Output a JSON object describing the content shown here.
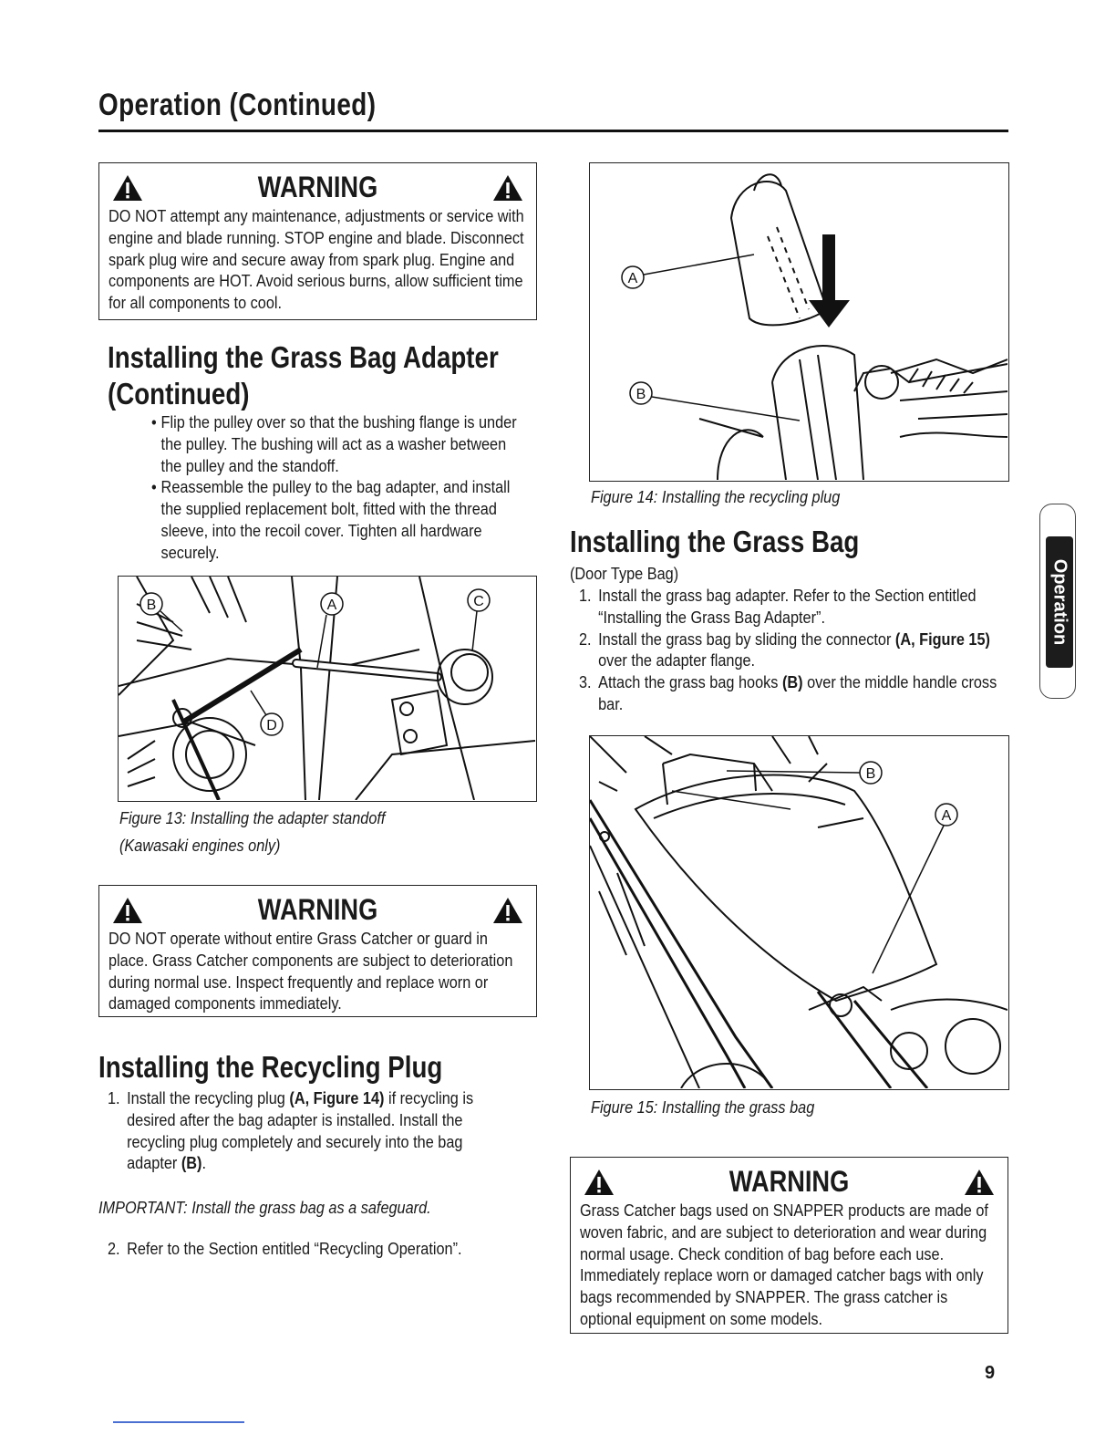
{
  "header": {
    "title": "Operation (Continued)"
  },
  "warning1": {
    "title": "WARNING",
    "text": "DO NOT attempt any maintenance, adjustments or service with engine and blade running. STOP engine and blade. Disconnect spark plug wire and secure away from spark plug. Engine and components are HOT. Avoid serious burns, allow sufficient time for all components to cool."
  },
  "adapter_section": {
    "title_line1": "Installing the Grass Bag Adapter",
    "title_line2": "(Continued)",
    "bullets": [
      "Flip the pulley over so that the bushing flange is under the pulley. The bushing will act as a washer between the pulley and the standoff.",
      "Reassemble the pulley to the bag adapter, and install the supplied replacement bolt, fitted with the thread sleeve, into the recoil cover. Tighten all hardware securely."
    ]
  },
  "figure13": {
    "labels": {
      "b": "B",
      "a": "A",
      "c": "C",
      "d": "D"
    },
    "caption_line1": "Figure 13: Installing the adapter standoff",
    "caption_line2": "(Kawasaki engines only)"
  },
  "warning2": {
    "title": "WARNING",
    "text": "DO NOT operate without entire Grass Catcher or guard in place. Grass Catcher components are subject to deterioration during normal use. Inspect frequently and replace worn or damaged components immediately."
  },
  "recycling_section": {
    "title": "Installing the Recycling Plug",
    "step1_num": "1.",
    "step1_a": "Install the recycling plug ",
    "step1_ref": "(A, Figure 14)",
    "step1_b": " if recycling is desired after the bag adapter is installed. Install the recycling plug completely and securely into the bag adapter ",
    "step1_ref2": "(B)",
    "step1_end": ".",
    "important": "IMPORTANT: Install the grass bag as a safeguard.",
    "step2_num": "2.",
    "step2": "Refer to the Section entitled “Recycling Operation”."
  },
  "figure14": {
    "labels": {
      "a": "A",
      "b": "B"
    },
    "caption": "Figure 14: Installing the recycling plug"
  },
  "grassbag_section": {
    "title": "Installing the Grass Bag",
    "subtitle": "(Door Type Bag)",
    "step1_num": "1.",
    "step1": "Install the grass bag adapter. Refer to the Section entitled “Installing the Grass Bag Adapter”.",
    "step2_num": "2.",
    "step2_a": "Install the grass bag by sliding the connector ",
    "step2_ref": "(A, Figure 15)",
    "step2_b": " over the adapter flange.",
    "step3_num": "3.",
    "step3_a": "Attach the grass bag hooks ",
    "step3_ref": "(B)",
    "step3_b": " over the middle handle cross bar."
  },
  "figure15": {
    "labels": {
      "b": "B",
      "a": "A"
    },
    "caption": "Figure 15: Installing the grass bag"
  },
  "warning3": {
    "title": "WARNING",
    "text": "Grass Catcher bags used on SNAPPER products are made of woven fabric, and are subject to deterioration and wear during normal usage. Check condition of bag before each use. Immediately replace worn or damaged catcher bags with only bags recommended by SNAPPER. The grass catcher is optional equipment on some models."
  },
  "side_tab": {
    "label": "Operation"
  },
  "footer": {
    "page_number": "9"
  }
}
